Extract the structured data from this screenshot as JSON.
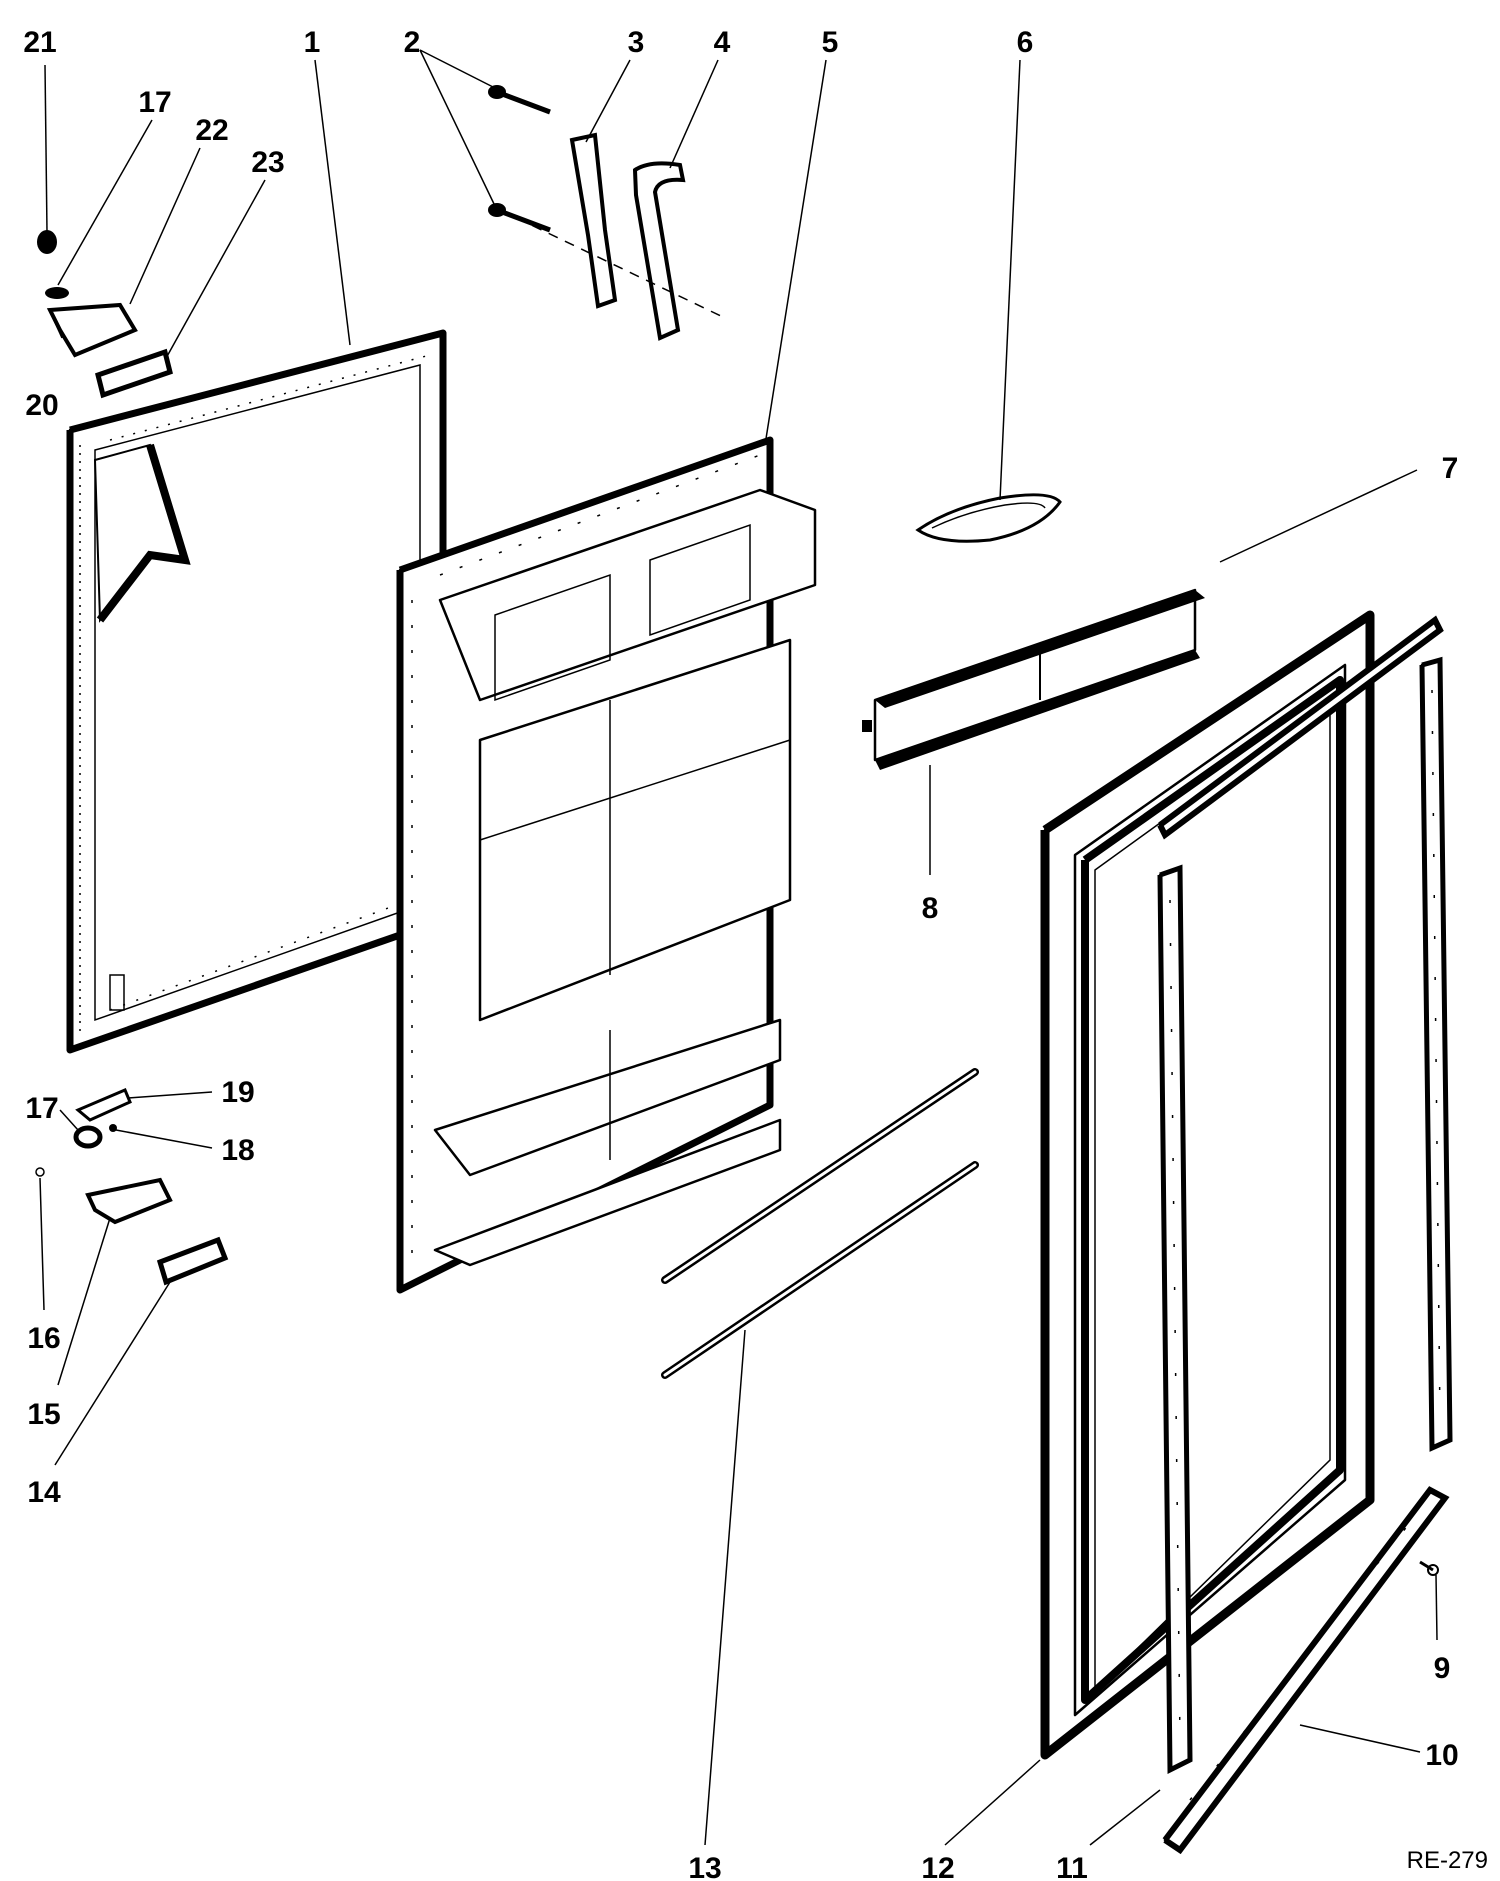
{
  "diagram": {
    "reference_code": "RE-279",
    "callouts": [
      {
        "id": "c21",
        "text": "21"
      },
      {
        "id": "c1",
        "text": "1"
      },
      {
        "id": "c2",
        "text": "2"
      },
      {
        "id": "c3",
        "text": "3"
      },
      {
        "id": "c4",
        "text": "4"
      },
      {
        "id": "c5",
        "text": "5"
      },
      {
        "id": "c6",
        "text": "6"
      },
      {
        "id": "c17a",
        "text": "17"
      },
      {
        "id": "c22",
        "text": "22"
      },
      {
        "id": "c23",
        "text": "23"
      },
      {
        "id": "c20",
        "text": "20"
      },
      {
        "id": "c7",
        "text": "7"
      },
      {
        "id": "c8",
        "text": "8"
      },
      {
        "id": "c19",
        "text": "19"
      },
      {
        "id": "c17b",
        "text": "17"
      },
      {
        "id": "c18",
        "text": "18"
      },
      {
        "id": "c16",
        "text": "16"
      },
      {
        "id": "c15",
        "text": "15"
      },
      {
        "id": "c14",
        "text": "14"
      },
      {
        "id": "c9",
        "text": "9"
      },
      {
        "id": "c10",
        "text": "10"
      },
      {
        "id": "c13",
        "text": "13"
      },
      {
        "id": "c12",
        "text": "12"
      },
      {
        "id": "c11",
        "text": "11"
      }
    ]
  }
}
